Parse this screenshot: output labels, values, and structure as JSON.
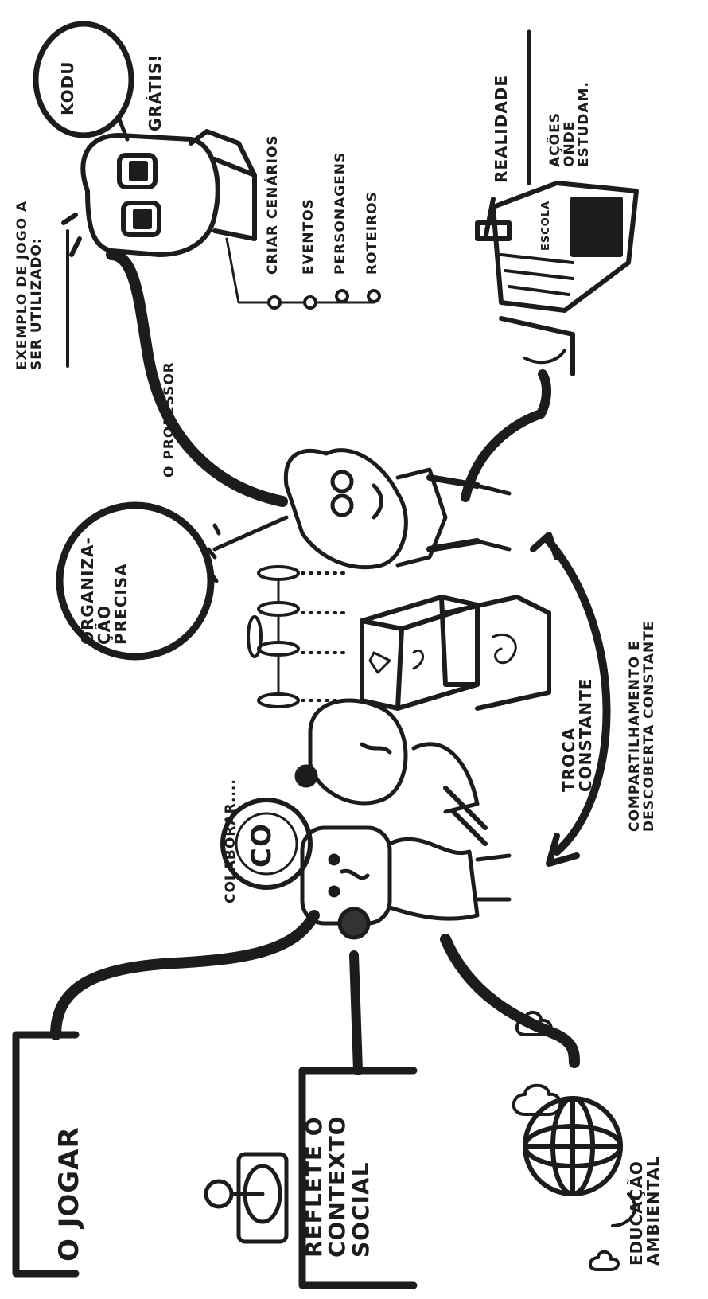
{
  "labels": {
    "jogar": "O JOGAR",
    "reflete": "REFLETE O\nCONTEXTO\nSOCIAL",
    "educacao": "EDUCAÇÃO\nAMBIENTAL",
    "colaborar": "COLABORAR....",
    "co": "CO",
    "troca": "TROCA\nCONSTANTE",
    "compartilhamento": "COMPARTILHAMENTO E\nDESCOBERTA CONSTANTE",
    "organizacao": "ORGANIZA-\nÇÃO\nPRECISA",
    "professor": "O PROFESSOR",
    "exemplo": "EXEMPLO DE JOGO A\nSER UTILIZADO:",
    "kodu": "KODU",
    "gratis": "GRÁTIS!",
    "criar": "CRIAR CENÁRIOS",
    "eventos": "EVENTOS",
    "personagens": "PERSONAGENS",
    "roteiros": "ROTEIROS",
    "realidade": "REALIDADE",
    "acoes": "AÇÕES\nONDE\nESTUDAM.",
    "escola": "ESCOLA"
  },
  "colors": {
    "ink": "#1c1c1c",
    "paper": "#ffffff",
    "grey": "#8a8a8a"
  },
  "icons": [
    "joystick-icon",
    "globe-icon",
    "cloud-icon",
    "robot-icon",
    "school-building-icon",
    "dice-icon",
    "drone-icon",
    "teacher-figure",
    "student-figures"
  ]
}
